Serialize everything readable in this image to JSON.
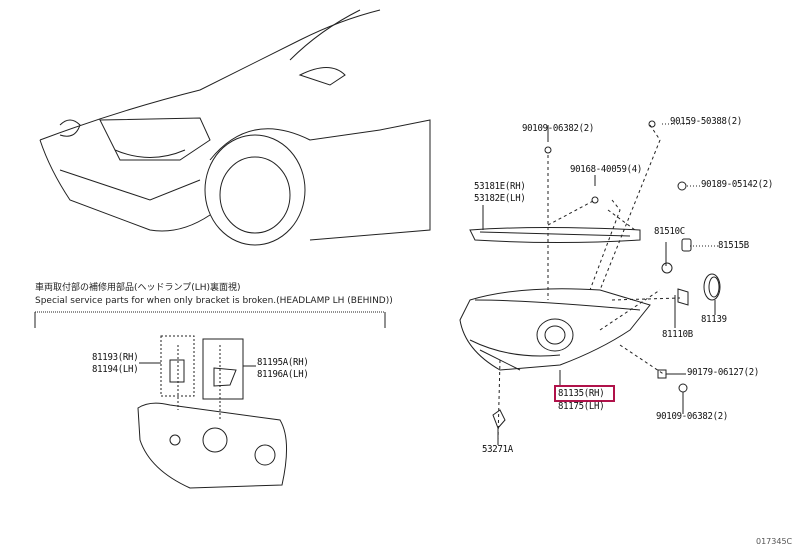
{
  "section_note": {
    "japanese": "車両取付部の補修用部品(ヘッドランプ(LH)裏面視)",
    "english": "Special service parts for when only bracket is broken.(HEADLAMP LH (BEHIND))"
  },
  "parts": {
    "bolt_top": "90109-06382(2)",
    "screw_top_right": "90159-50388(2)",
    "clip_4": "90168-40059(4)",
    "nut_right": "90189-05142(2)",
    "garnish_rh": "53181E(RH)",
    "garnish_lh": "53182E(LH)",
    "bulb_socket": "81510C",
    "socket_cover": "81515B",
    "cover_ring": "81139",
    "bulb": "81110B",
    "nut_lower": "90179-06127(2)",
    "headlamp_rh": "81135(RH)",
    "headlamp_lh": "81175(LH)",
    "bolt_lower": "90109-06382(2)",
    "retainer": "53271A",
    "bracket_rh": "81193(RH)",
    "bracket_lh": "81194(LH)",
    "bracket2_rh": "81195A(RH)",
    "bracket2_lh": "81196A(LH)"
  },
  "diagram_code": "017345C",
  "colors": {
    "highlight": "#b0124a"
  }
}
